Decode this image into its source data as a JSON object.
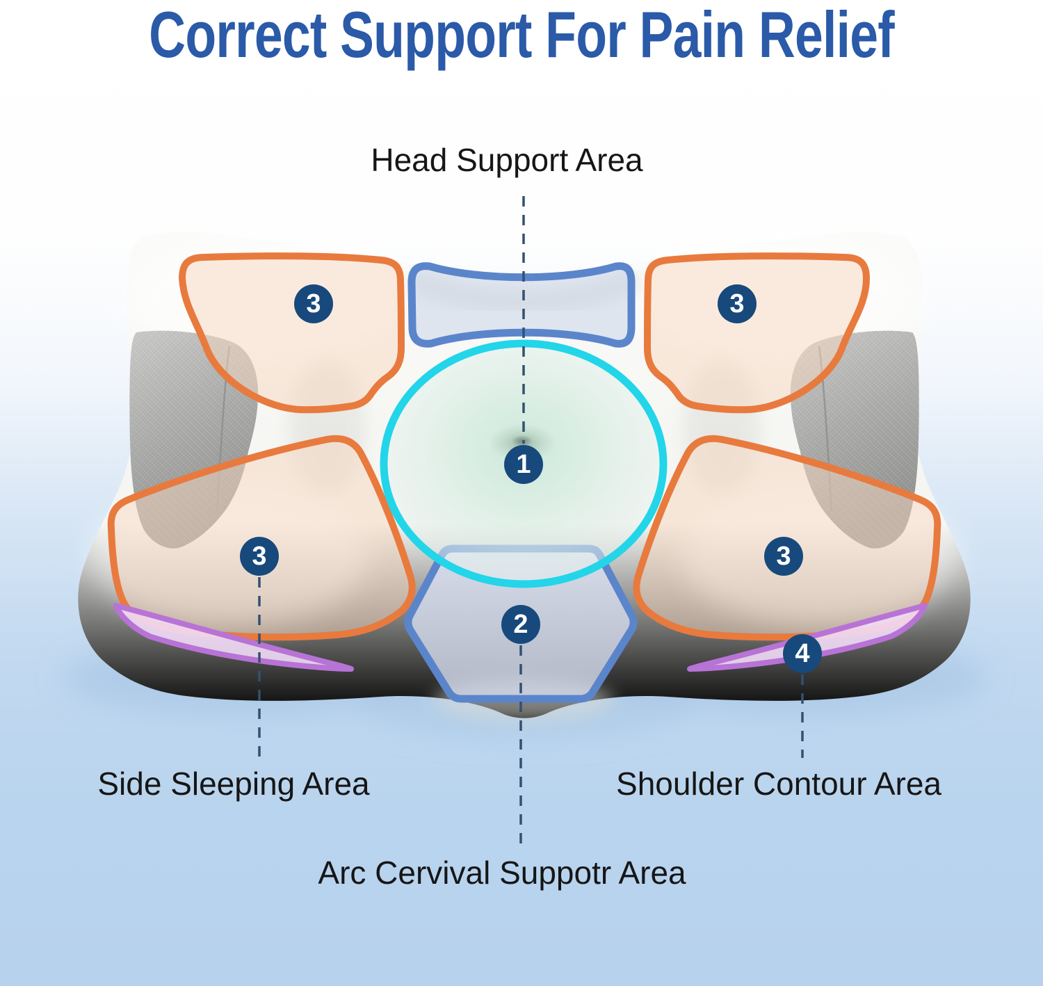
{
  "title": "Correct Support For Pain Relief",
  "labels": {
    "head": "Head Support Area",
    "side_sleeping": "Side Sleeping Area",
    "shoulder_contour": "Shoulder Contour Area",
    "arc_cervical": "Arc Cervival Suppotr Area"
  },
  "markers": [
    {
      "name": "head-support",
      "value": "1"
    },
    {
      "name": "arc-cervical-support",
      "value": "2"
    },
    {
      "name": "side-sleeping-top-left",
      "value": "3"
    },
    {
      "name": "side-sleeping-top-right",
      "value": "3"
    },
    {
      "name": "side-sleeping-bottom-left",
      "value": "3"
    },
    {
      "name": "side-sleeping-bottom-right",
      "value": "3"
    },
    {
      "name": "shoulder-contour",
      "value": "4"
    }
  ],
  "colors": {
    "title": "#2a5aa8",
    "label": "#161616",
    "badge": "#17497c",
    "dash": "#33516f",
    "zone_head": "#5b85cb",
    "zone_center": "#22d5e9",
    "zone_side": "#e87a3e",
    "zone_shoulder": "#b873d6",
    "bg_bottom": "#b7d2ed"
  }
}
